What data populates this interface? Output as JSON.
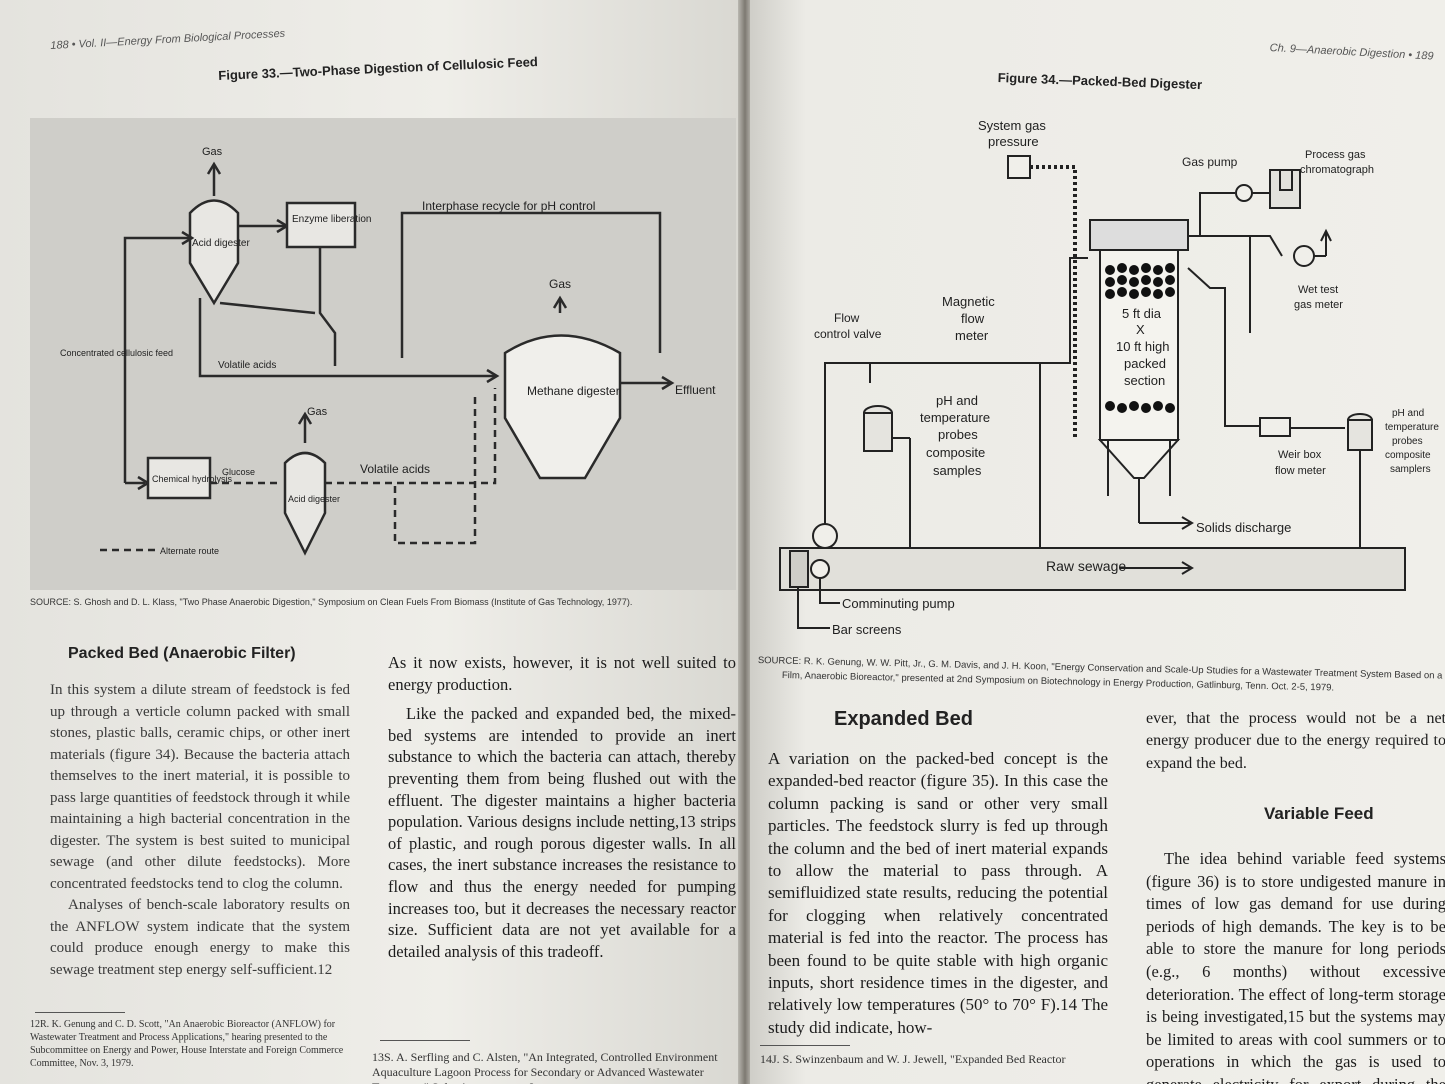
{
  "left_page": {
    "running_head": "188 • Vol. II—Energy From Biological Processes",
    "figure_title": "Figure 33.—Two-Phase Digestion of Cellulosic Feed",
    "diagram": {
      "gas_top": "Gas",
      "acid_digester_top": "Acid digester",
      "enzyme_liberation": "Enzyme liberation",
      "interphase_recycle": "Interphase recycle for pH control",
      "gas_methane": "Gas",
      "concentrated_feed": "Concentrated cellulosic feed",
      "volatile_acids_upper": "Volatile acids",
      "methane_digester": "Methane digester",
      "effluent": "Effluent",
      "gas_lower": "Gas",
      "chemical_hydrolysis": "Chemical hydrolysis",
      "glucose": "Glucose",
      "acid_digester_bottom": "Acid digester",
      "volatile_acids_lower": "Volatile acids",
      "alternate_route": "Alternate route"
    },
    "source": "SOURCE: S. Ghosh and D. L. Klass, \"Two Phase Anaerobic Digestion,\" Symposium on Clean Fuels From Biomass (Institute of Gas Technology, 1977).",
    "section_heading": "Packed Bed (Anaerobic Filter)",
    "col1_paragraphs": [
      "In this system a dilute stream of feedstock is fed up through a verticle column packed with small stones, plastic balls, ceramic chips, or other inert materials (figure 34). Because the bacteria attach themselves to the inert material, it is possible to pass large quantities of feedstock through it while maintaining a high bacterial concentration in the digester. The system is best suited to municipal sewage (and other dilute feedstocks). More concentrated feedstocks tend to clog the column.",
      "Analyses of bench-scale laboratory results on the ANFLOW system indicate that the system could produce enough energy to make this sewage treatment step energy self-sufficient.12"
    ],
    "col1_footnote": "12R. K. Genung and C. D. Scott, \"An Anaerobic Bioreactor (ANFLOW) for Wastewater Treatment and Process Applications,\" hearing presented to the Subcommittee on Energy and Power, House Interstate and Foreign Commerce Committee, Nov. 3, 1979.",
    "col2_paragraphs": [
      "As it now exists, however, it is not well suited to energy production.",
      "Like the packed and expanded bed, the mixed-bed systems are intended to provide an inert substance to which the bacteria can attach, thereby preventing them from being flushed out with the effluent. The digester maintains a higher bacteria population. Various designs include netting,13 strips of plastic, and rough porous digester walls. In all cases, the inert substance increases the resistance to flow and thus the energy needed for pumping increases too, but it decreases the necessary reactor size. Sufficient data are not yet available for a detailed analysis of this tradeoff."
    ],
    "col2_footnote": "13S. A. Serfling and C. Alsten, \"An Integrated, Controlled Environment Aquaculture Lagoon Process for Secondary or Advanced Wastewater Treatment,\" Solar Aquasystems, Inc."
  },
  "right_page": {
    "running_head": "Ch. 9—Anaerobic Digestion • 189",
    "figure_title": "Figure 34.—Packed-Bed Digester",
    "diagram": {
      "system_gas_pressure_1": "System gas",
      "system_gas_pressure_2": "pressure",
      "gas_pump": "Gas pump",
      "process_gas_1": "Process gas",
      "process_gas_2": "chromatograph",
      "wet_test_1": "Wet test",
      "wet_test_2": "gas meter",
      "flow_control_1": "Flow",
      "flow_control_2": "control valve",
      "magnetic_1": "Magnetic",
      "magnetic_2": "flow",
      "magnetic_3": "meter",
      "section_1": "5 ft dia",
      "section_2": "X",
      "section_3": "10 ft high",
      "section_4": "packed",
      "section_5": "section",
      "probes_1": "pH and",
      "probes_2": "temperature",
      "probes_3": "probes",
      "probes_4": "composite",
      "probes_5": "samples",
      "weir_1": "Weir box",
      "weir_2": "flow meter",
      "probes_r1": "pH and",
      "probes_r2": "temperature",
      "probes_r3": "probes",
      "probes_r4": "composite",
      "probes_r5": "samplers",
      "solids_discharge": "Solids discharge",
      "raw_sewage": "Raw sewage",
      "comminuting_pump": "Comminuting pump",
      "bar_screens": "Bar screens"
    },
    "source_line1": "SOURCE: R. K. Genung, W. W. Pitt, Jr., G. M. Davis, and J. H. Koon, \"Energy Conservation and Scale-Up Studies for a Wastewater Treatment System Based on a Fixed",
    "source_line2": "Film, Anaerobic Bioreactor,\" presented at 2nd Symposium on Biotechnology in Energy Production, Gatlinburg, Tenn. Oct. 2-5, 1979.",
    "heading_expanded": "Expanded Bed",
    "col1_paragraphs": [
      "A variation on the packed-bed concept is the expanded-bed reactor (figure 35). In this case the column packing is sand or other very small particles. The feedstock slurry is fed up through the column and the bed of inert material expands to allow the material to pass through. A semifluidized state results, reducing the potential for clogging when relatively concentrated material is fed into the reactor. The process has been found to be quite stable with high organic inputs, short residence times in the digester, and relatively low temperatures (50° to 70° F).14 The study did indicate, how-"
    ],
    "col1_footnote": "14J. S. Swinzenbaum and W. J. Jewell, \"Expanded Bed Reactor",
    "col2_intro": "ever, that the process would not be a net energy producer due to the energy required to expand the bed.",
    "heading_variable": "Variable Feed",
    "col2_paragraphs": [
      "The idea behind variable feed systems (figure 36) is to store undigested manure in times of low gas demand for use during periods of high demands. The key is to be able to store the manure for long periods (e.g., 6 months) without excessive deterioration. The effect of long-term storage is being investigated,15 but the systems may be limited to areas with cool summers or to operations in which the gas is used to generate electricity for export during the peak electric demand periods in summer."
    ]
  }
}
